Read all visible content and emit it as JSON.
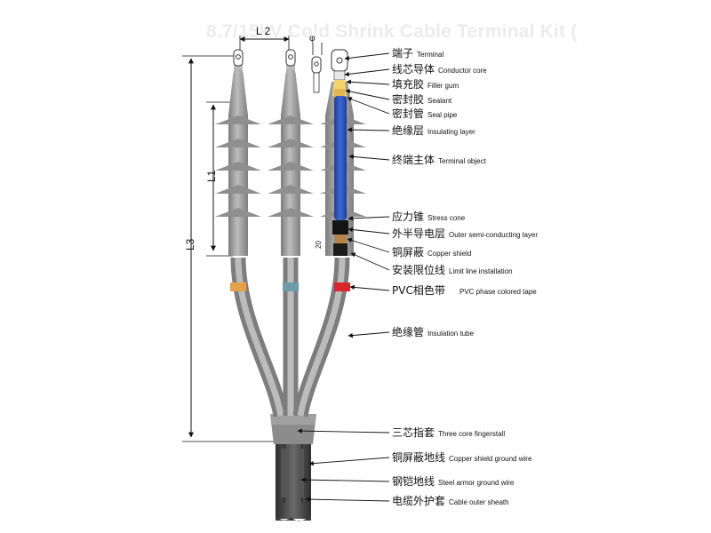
{
  "title": "8.7/15kV Cold Shrink Cable Terminal Kit (",
  "dimensions": {
    "l2": "L 2",
    "l1": "L1",
    "l3": "L3",
    "phi": "φ",
    "small": "20"
  },
  "colors": {
    "cable_gray": "#a8a8a8",
    "cable_dark": "#7a7a7a",
    "sheath": "#4a4a4a",
    "insulating_blue": "#2f56b8",
    "tape_yellow": "#e6a04a",
    "tape_teal": "#6f9aa8",
    "tape_red": "#d8262b",
    "filler_yellow": "#f4d36b"
  },
  "labels": [
    {
      "cn": "端子",
      "en": "Terminal"
    },
    {
      "cn": "线芯导体",
      "en": "Conductor core"
    },
    {
      "cn": "填充胶",
      "en": "Filler gum"
    },
    {
      "cn": "密封胶",
      "en": "Sealant"
    },
    {
      "cn": "密封管",
      "en": "Seal pipe"
    },
    {
      "cn": "绝缘层",
      "en": "Insulating layer"
    },
    {
      "cn": "终端主体",
      "en": "Terminal object"
    },
    {
      "cn": "应力锥",
      "en": "Stress cone"
    },
    {
      "cn": "外半导电层",
      "en": "Outer semi-conducting layer"
    },
    {
      "cn": "铜屏蔽",
      "en": "Copper shield"
    },
    {
      "cn": "安装限位线",
      "en": "Limit line installation"
    },
    {
      "cn": "PVC相色带",
      "en": "PVC phase colored tape"
    },
    {
      "cn": "绝缘管",
      "en": "Insulation tube"
    },
    {
      "cn": "三芯指套",
      "en": "Three core fingerstall"
    },
    {
      "cn": "铜屏蔽地线",
      "en": "Copper shield ground wire"
    },
    {
      "cn": "钢铠地线",
      "en": "Steel armor ground wire"
    },
    {
      "cn": "电缆外护套",
      "en": "Cable outer sheath"
    }
  ]
}
